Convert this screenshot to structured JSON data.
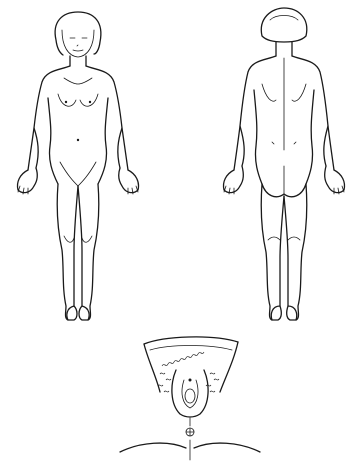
{
  "figure": {
    "panels": [
      "front-view",
      "back-view",
      "perineal-view"
    ],
    "line_color": "#1a1a1a",
    "background": "#ffffff"
  }
}
